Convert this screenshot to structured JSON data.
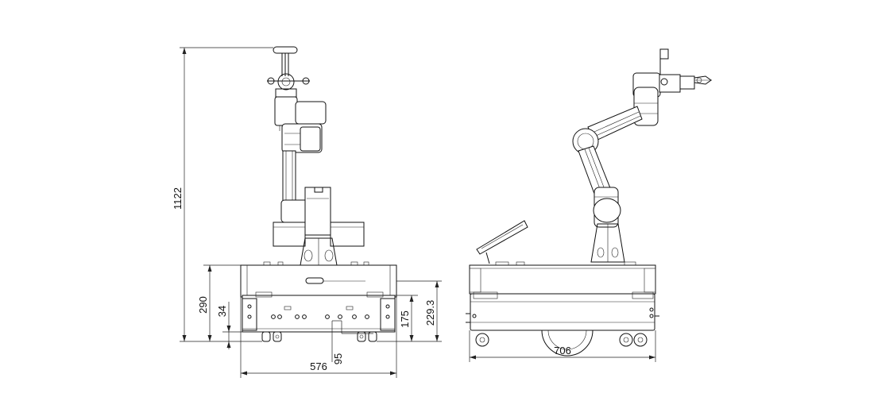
{
  "dimensions": {
    "front_total_height": "1122",
    "front_base_height": "290",
    "front_small_offset": "34",
    "front_mid_height": "175",
    "front_right_height": "229.3",
    "front_small_width": "95",
    "front_width": "576",
    "side_length": "706"
  },
  "colors": {
    "line": "#111111",
    "background": "#ffffff"
  }
}
